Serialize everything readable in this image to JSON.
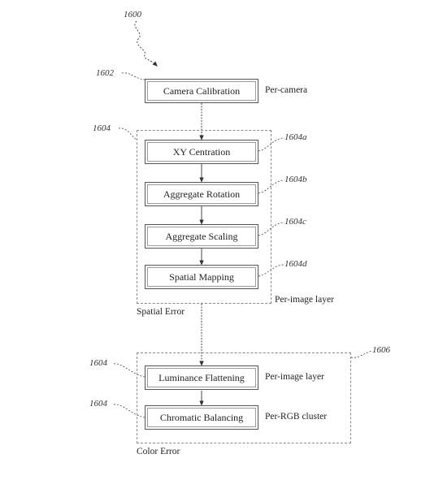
{
  "figure": {
    "ref_main": "1600",
    "ref_calibration": "1602",
    "ref_spatial_group": "1604",
    "ref_color_group": "1606",
    "ref_luminance": "1604",
    "ref_chromatic": "1604"
  },
  "boxes": {
    "camera_calibration": "Camera Calibration",
    "xy_centration": "XY Centration",
    "aggregate_rotation": "Aggregate Rotation",
    "aggregate_scaling": "Aggregate Scaling",
    "spatial_mapping": "Spatial Mapping",
    "luminance_flattening": "Luminance Flattening",
    "chromatic_balancing": "Chromatic Balancing"
  },
  "box_refs": {
    "xy_centration": "1604a",
    "aggregate_rotation": "1604b",
    "aggregate_scaling": "1604c",
    "spatial_mapping": "1604d"
  },
  "side_labels": {
    "per_camera": "Per-camera",
    "spatial_per_image_layer": "Per-image layer",
    "luminance_per_image_layer": "Per-image layer",
    "per_rgb_cluster": "Per-RGB cluster"
  },
  "group_labels": {
    "spatial_error": "Spatial Error",
    "color_error": "Color Error"
  }
}
